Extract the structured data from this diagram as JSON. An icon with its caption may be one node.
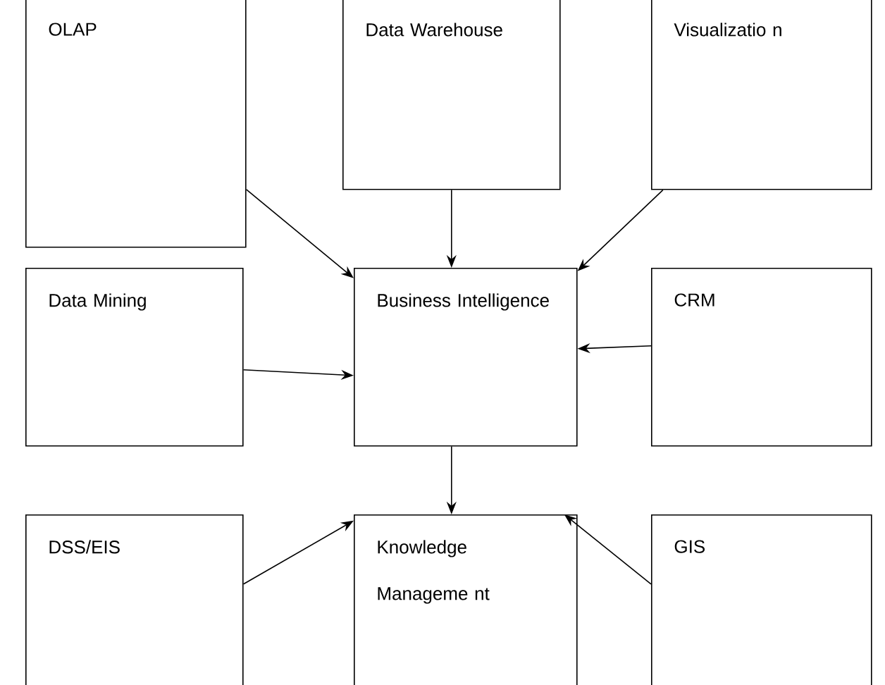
{
  "diagram": {
    "nodes": [
      {
        "text": [
          "OLAP"
        ]
      },
      {
        "text": [
          "Data Warehouse"
        ]
      },
      {
        "text": [
          "Visualizatio n"
        ]
      },
      {
        "text": [
          "Data Mining"
        ]
      },
      {
        "text": [
          "Business Intelligence"
        ]
      },
      {
        "text": [
          "CRM"
        ]
      },
      {
        "text": [
          "DSS/EIS"
        ]
      },
      {
        "text": [
          "Knowledge Manageme nt"
        ]
      },
      {
        "text": [
          "GIS"
        ]
      }
    ],
    "edges": [
      {
        "from": 0,
        "to": 4,
        "arrow": "to"
      },
      {
        "from": 1,
        "to": 4,
        "arrow": "to"
      },
      {
        "from": 2,
        "to": 4,
        "arrow": "to"
      },
      {
        "from": 3,
        "to": 4,
        "arrow": "to"
      },
      {
        "from": 5,
        "to": 4,
        "arrow": "to"
      },
      {
        "from": 4,
        "to": 7,
        "arrow": "to"
      },
      {
        "from": 6,
        "to": 7,
        "arrow": "to"
      },
      {
        "from": 8,
        "to": 7,
        "arrow": "to"
      }
    ]
  }
}
